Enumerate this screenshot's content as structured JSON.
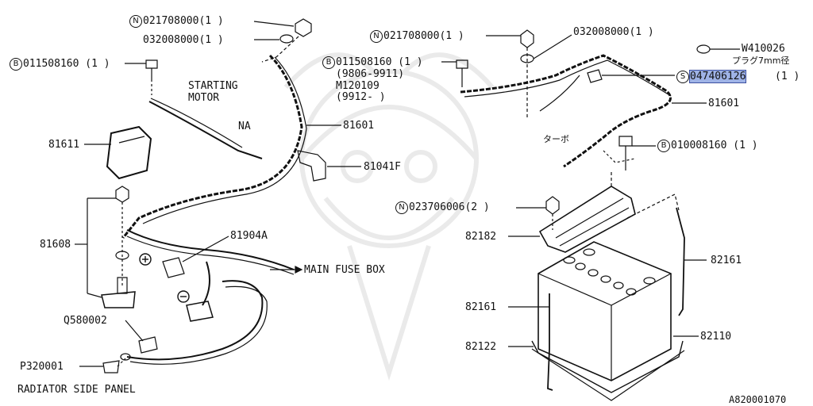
{
  "labels": {
    "n_021708000_left": "021708000(1 )",
    "p_032008000_left": "032008000(1 )",
    "b_011508160_left": "011508160 (1 )",
    "starting_motor": "STARTING\nMOTOR",
    "na": "NA",
    "p81601_left": "81601",
    "p81611": "81611",
    "p81041f": "81041F",
    "p81608": "81608",
    "p81904a": "81904A",
    "main_fuse_box": "MAIN FUSE BOX",
    "q580002": "Q580002",
    "p320001": "P320001",
    "radiator_side_panel": "RADIATOR SIDE PANEL",
    "n_021708000_right": "021708000(1 )",
    "p_032008000_right": "032008000(1 )",
    "b_011508160_right": "011508160 (1 )",
    "date_range_1": "(9806-9911)",
    "m120109": "M120109",
    "date_range_2": "(9912-     )",
    "w410026": "W410026",
    "plug_note": "プラグ7mm径",
    "s_047406126": "047406126",
    "s_047406126_qty": "(1 )",
    "p81601_right": "81601",
    "turbo": "ターボ",
    "b_010008160": "010008160 (1 )",
    "n_023706006": "023706006(2 )",
    "p82182": "82182",
    "p82161_right": "82161",
    "p82161_left": "82161",
    "p82110": "82110",
    "p82122": "82122",
    "diagram_id": "A820001070",
    "plus": "+",
    "minus": "−"
  },
  "markers": {
    "n": "N",
    "b": "B",
    "s": "S"
  },
  "colors": {
    "ink": "#111111",
    "highlight": "#9fb3e6",
    "highlight_border": "#3b4fa0"
  }
}
